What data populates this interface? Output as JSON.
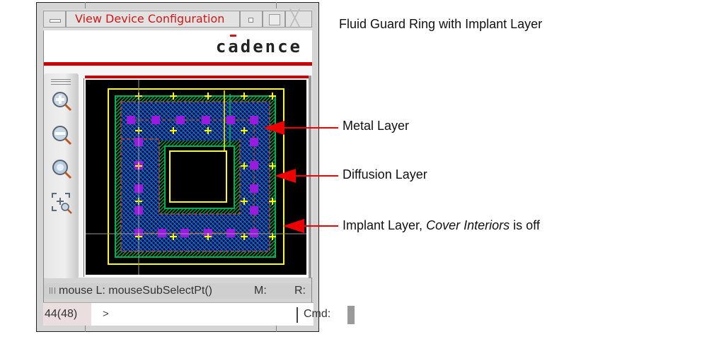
{
  "window": {
    "title": "View Device Configuration",
    "menu_icon": "window-menu-icon",
    "minimize_icon": "minimize-icon",
    "maximize_icon": "maximize-icon",
    "close_icon": "close-icon",
    "close_glyph": "╳"
  },
  "banner": {
    "logo_text": "cadence",
    "brand_color": "#cc0000"
  },
  "toolbar": {
    "tools": [
      {
        "name": "zoom-in-icon",
        "label": "Zoom In"
      },
      {
        "name": "zoom-out-icon",
        "label": "Zoom Out"
      },
      {
        "name": "zoom-fit-icon",
        "label": "Zoom Fit"
      },
      {
        "name": "zoom-area-icon",
        "label": "Zoom Area"
      }
    ]
  },
  "layout_view": {
    "background": "#000000",
    "colors": {
      "metal": "#1a3fcc",
      "diffusion": "#00b050",
      "implant": "#ffff00",
      "contact": "#9a1ae0",
      "dash": "#c0442e",
      "cursor_cross": "#9a9a9a",
      "via_marker": "#ffff00"
    }
  },
  "statusbar": {
    "mouse_text": "mouse L: mouseSubSelectPt()",
    "m_label": "M:",
    "r_label": "R:"
  },
  "cmdline": {
    "count": "44(48)",
    "prompt_value": ">",
    "cmd_label": "Cmd:"
  },
  "annotations": {
    "title": "Fluid Guard Ring with Implant Layer",
    "metal": "Metal Layer",
    "diffusion": "Diffusion Layer",
    "implant_prefix": "Implant Layer, ",
    "implant_em": "Cover Interiors",
    "implant_suffix": " is off",
    "arrow_color": "#ee0000"
  }
}
